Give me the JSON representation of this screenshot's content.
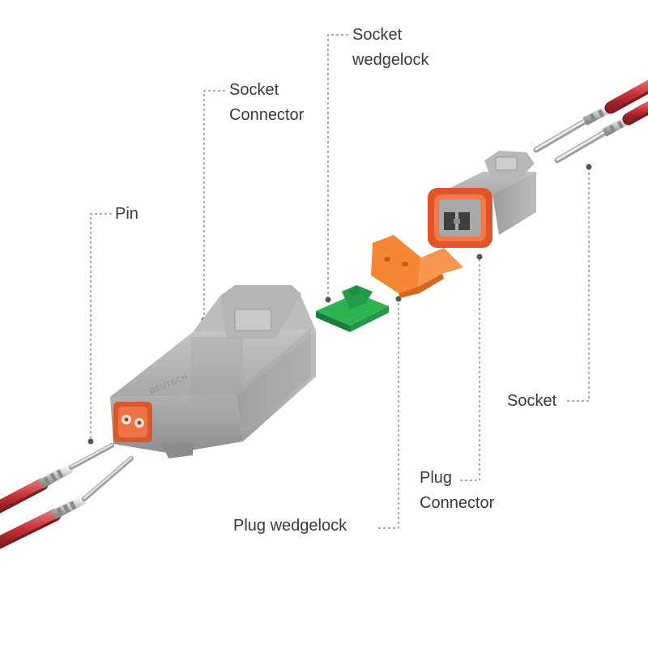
{
  "labels": {
    "pin": "Pin",
    "socket_connector": [
      "Socket",
      "Connector"
    ],
    "socket_wedgelock": [
      "Socket",
      "wedgelock"
    ],
    "socket": "Socket",
    "plug_connector": [
      "Plug",
      "Connector"
    ],
    "plug_wedgelock": "Plug wedgelock"
  },
  "housing_marking": "DEUTSCH",
  "colors": {
    "housing_gray": "#a9a9a9",
    "seal_orange": "#e2542a",
    "socket_wedgelock_green": "#23a24a",
    "plug_wedgelock_orange": "#f27b2c",
    "wire_red": "#c8343a",
    "terminal_silver": "#c9c9c9",
    "leader_line": "#777777",
    "text": "#3a3a3a"
  }
}
